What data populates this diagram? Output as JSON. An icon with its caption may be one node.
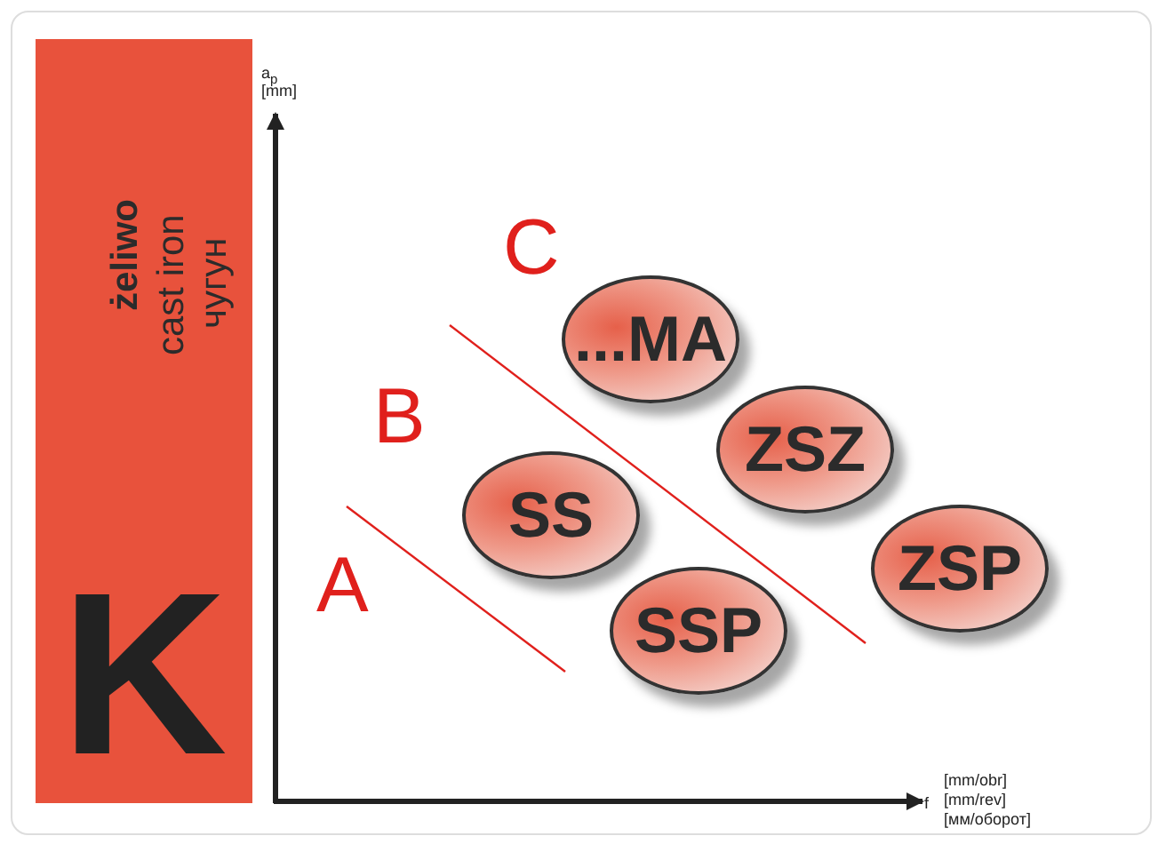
{
  "diagram": {
    "nodes": [
      {
        "text": [
          "żeliwo",
          "cast iron",
          "чугун",
          "K"
        ]
      },
      {
        "text": [
          "...MA"
        ]
      },
      {
        "text": [
          "ZSZ"
        ]
      },
      {
        "text": [
          "SS"
        ]
      },
      {
        "text": [
          "ZSP"
        ]
      },
      {
        "text": [
          "SSP"
        ]
      }
    ],
    "labels": [
      "C",
      "B",
      "A",
      "a$_{p}$",
      "[mm]",
      "f",
      "[mm/obr]",
      "[mm/rev]",
      "[мм/оборот]"
    ]
  }
}
